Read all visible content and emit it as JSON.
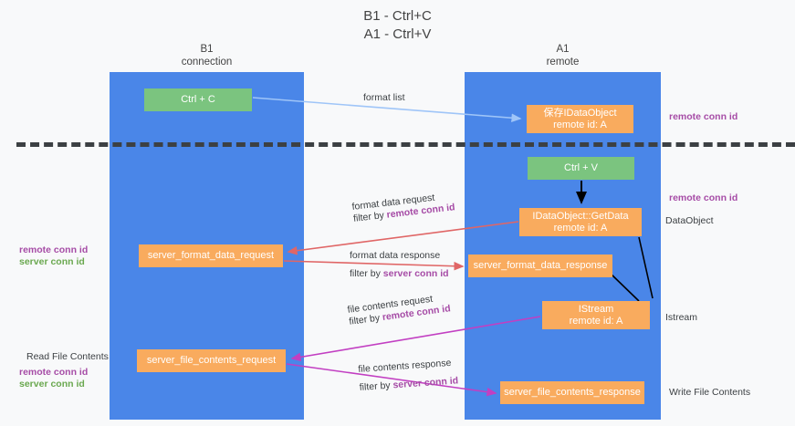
{
  "title": {
    "line1": "B1 - Ctrl+C",
    "line2": "A1 - Ctrl+V"
  },
  "lanes": {
    "b1": {
      "name": "B1",
      "role": "connection"
    },
    "a1": {
      "name": "A1",
      "role": "remote"
    }
  },
  "nodes": {
    "ctrl_c": "Ctrl + C",
    "ctrl_v": "Ctrl + V",
    "idataobject_line1": "保存IDataObject",
    "idataobject_line2": "remote id: A",
    "getdata_line1": "IDataObject::GetData",
    "getdata_line2": "remote id: A",
    "istream_line1": "IStream",
    "istream_line2": "remote id: A",
    "server_format_data_request": "server_format_data_request",
    "server_format_data_response": "server_format_data_response",
    "server_file_contents_request": "server_file_contents_request",
    "server_file_contents_response": "server_file_contents_response"
  },
  "edge_labels": {
    "format_list": "format list",
    "format_data_request": "format data request",
    "format_data_request_filter_prefix": "filter by ",
    "format_data_request_filter_key": "remote conn id",
    "format_data_response": "format data response",
    "format_data_response_filter_prefix": "filter by ",
    "format_data_response_filter_key": "server conn id",
    "file_contents_request": "file contents request",
    "file_contents_request_filter_prefix": "filter by ",
    "file_contents_request_filter_key": "remote conn id",
    "file_contents_response": "file contents response",
    "file_contents_response_filter_prefix": "filter by ",
    "file_contents_response_filter_key": "server conn id"
  },
  "annotations": {
    "right_remote_conn_id_top": "remote conn id",
    "right_remote_conn_id_mid": "remote conn id",
    "right_dataobject": "DataObject",
    "right_istream": "Istream",
    "right_write_file_contents": "Write File Contents",
    "left_remote_conn_id_mid": "remote conn id",
    "left_server_conn_id_mid": "server conn id",
    "left_read_file_contents": "Read File Contents",
    "left_remote_conn_id_bottom": "remote conn id",
    "left_server_conn_id_bottom": "server conn id"
  },
  "colors": {
    "lane": "#4a86e8",
    "green_node": "#7bc47f",
    "orange_node": "#f9ab5e",
    "purple_text": "#a64ca6",
    "green_text": "#6aa84f",
    "dark_text": "#3c4043",
    "background": "#f8f9fa",
    "arrow_blue": "#9fc5f8",
    "arrow_red": "#e06666",
    "arrow_magenta": "#c23fc2",
    "arrow_black": "#000000"
  }
}
